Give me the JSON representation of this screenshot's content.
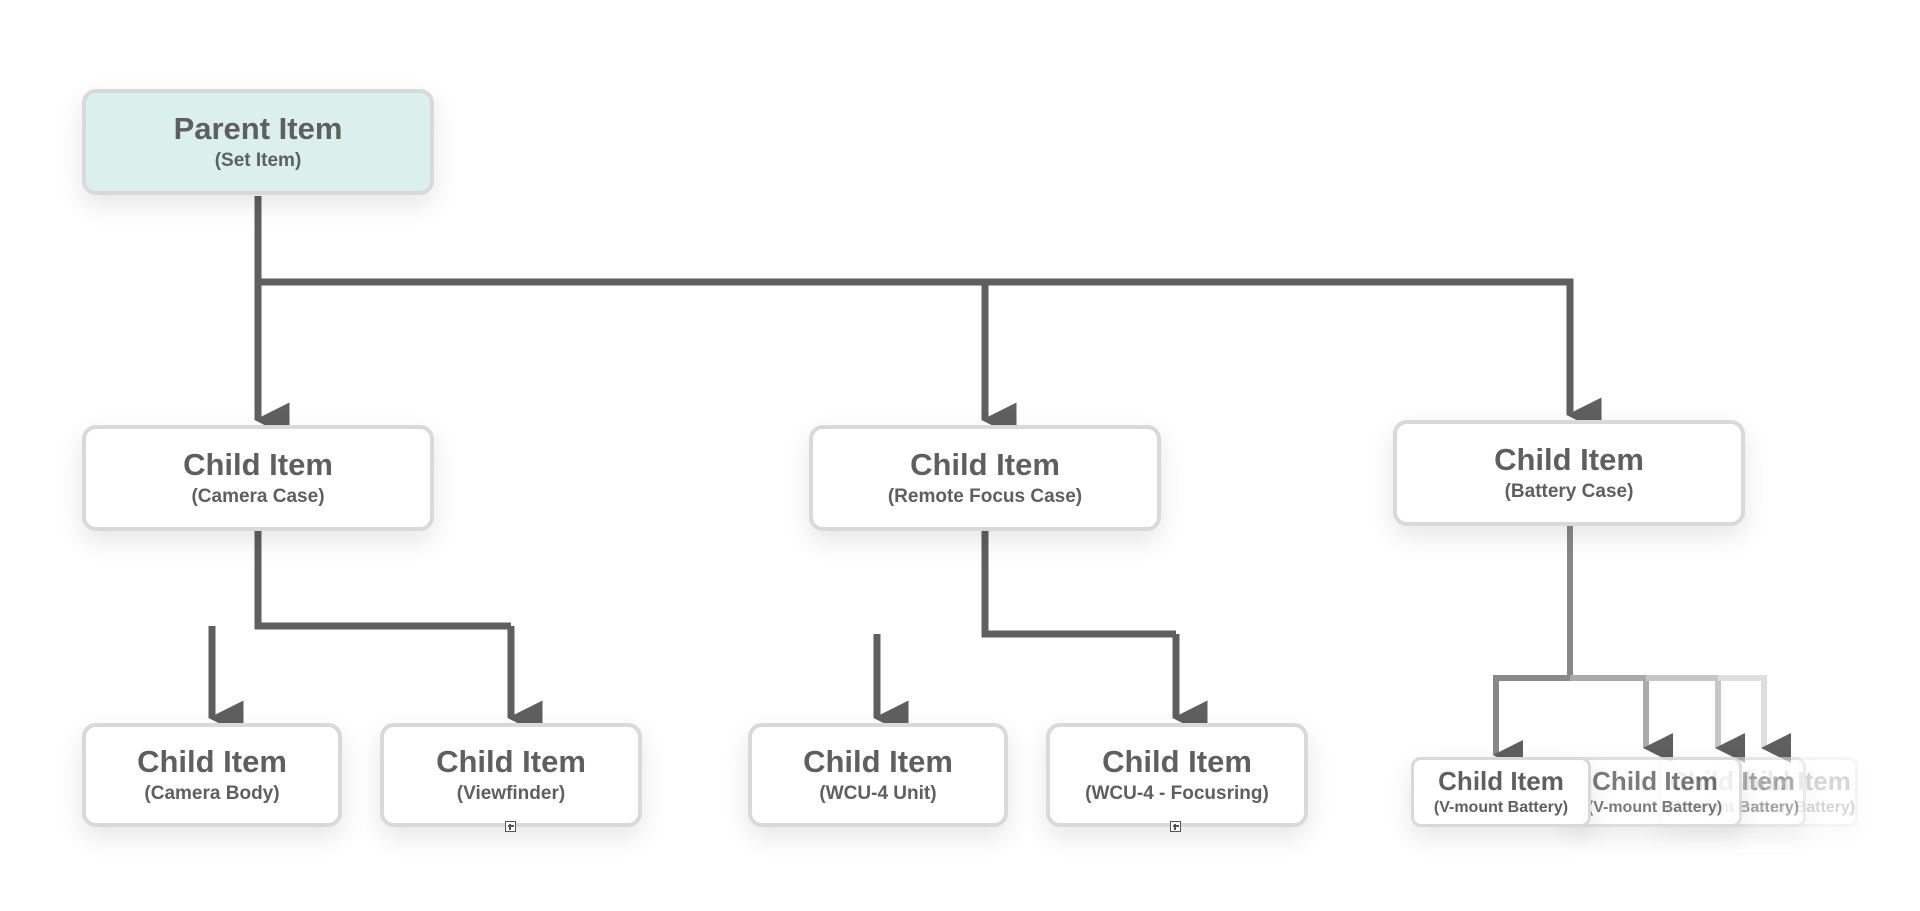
{
  "colors": {
    "connector": "#5f5f5f",
    "node_border": "#d9d9d9",
    "parent_fill": "#daf0ec",
    "node_fill": "#ffffff",
    "text": "#5f5f5f"
  },
  "nodes": {
    "parent": {
      "title": "Parent Item",
      "sub": "(Set Item)"
    },
    "camera_case": {
      "title": "Child Item",
      "sub": "(Camera Case)"
    },
    "remote_focus_case": {
      "title": "Child Item",
      "sub": "(Remote Focus Case)"
    },
    "battery_case": {
      "title": "Child Item",
      "sub": "(Battery Case)"
    },
    "camera_body": {
      "title": "Child Item",
      "sub": "(Camera Body)"
    },
    "viewfinder": {
      "title": "Child Item",
      "sub": "(Viewfinder)"
    },
    "wcu4_unit": {
      "title": "Child Item",
      "sub": "(WCU-4 Unit)"
    },
    "wcu4_focusring": {
      "title": "Child Item",
      "sub": "(WCU-4 - Focusring)"
    },
    "vmount_battery": [
      {
        "title": "Child Item",
        "sub": "(V-mount Battery)"
      },
      {
        "title": "Child Item",
        "sub": "(V-mount Battery)"
      },
      {
        "title": "Child Item",
        "sub": "(V-mount Battery)"
      },
      {
        "title": "Child Item",
        "sub": "(V-mount Battery)"
      }
    ]
  }
}
